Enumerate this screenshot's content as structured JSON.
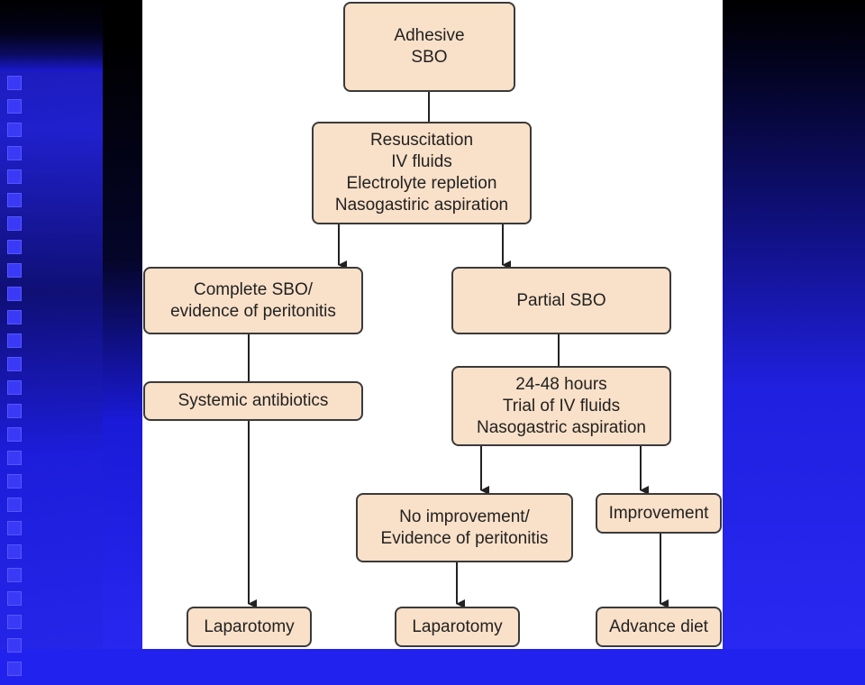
{
  "nodes": {
    "adhesive_sbo": [
      "Adhesive",
      "SBO"
    ],
    "resuscitation": [
      "Resuscitation",
      "IV fluids",
      "Electrolyte repletion",
      "Nasogastiric aspiration"
    ],
    "complete_sbo": [
      "Complete SBO/",
      "evidence of peritonitis"
    ],
    "partial_sbo": [
      "Partial SBO"
    ],
    "systemic_antibiotics": [
      "Systemic antibiotics"
    ],
    "trial": [
      "24-48 hours",
      "Trial of IV fluids",
      "Nasogastric aspiration"
    ],
    "no_improvement": [
      "No improvement/",
      "Evidence of peritonitis"
    ],
    "improvement": [
      "Improvement"
    ],
    "laparotomy_left": [
      "Laparotomy"
    ],
    "laparotomy_mid": [
      "Laparotomy"
    ],
    "advance_diet": [
      "Advance diet"
    ]
  },
  "colors": {
    "box_fill": "#f9e0c8",
    "box_border": "#3a3a3a",
    "slide_blue": "#2222ee"
  }
}
